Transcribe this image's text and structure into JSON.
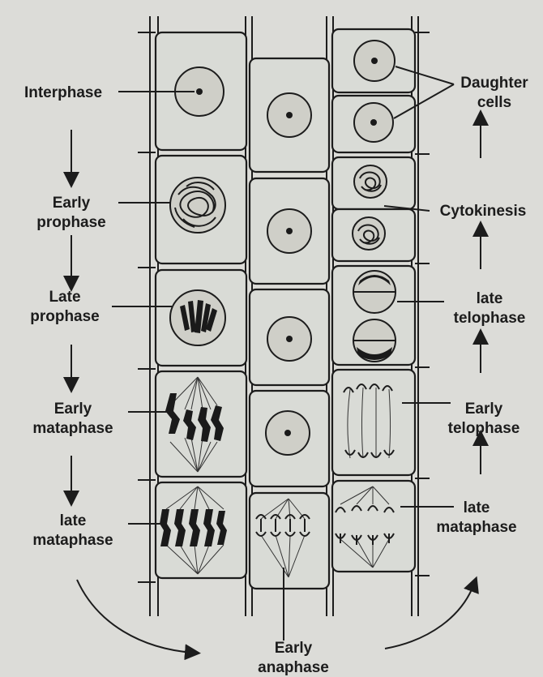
{
  "diagram": {
    "stages_left": [
      {
        "id": "interphase",
        "lines": [
          "Interphase"
        ]
      },
      {
        "id": "early-prophase",
        "lines": [
          "Early",
          "prophase"
        ]
      },
      {
        "id": "late-prophase",
        "lines": [
          "Late",
          "prophase"
        ]
      },
      {
        "id": "early-metaphase",
        "lines": [
          "Early",
          "mataphase"
        ]
      },
      {
        "id": "late-metaphase-left",
        "lines": [
          "late",
          "mataphase"
        ]
      }
    ],
    "stages_right": [
      {
        "id": "daughter-cells",
        "lines": [
          "Daughter",
          "cells"
        ]
      },
      {
        "id": "cytokinesis",
        "lines": [
          "Cytokinesis"
        ]
      },
      {
        "id": "late-telophase",
        "lines": [
          "late",
          "telophase"
        ]
      },
      {
        "id": "early-telophase",
        "lines": [
          "Early",
          "telophase"
        ]
      },
      {
        "id": "late-metaphase-right",
        "lines": [
          "late",
          "mataphase"
        ]
      }
    ],
    "bottom_label": {
      "id": "early-anaphase",
      "lines": [
        "Early",
        "anaphase"
      ]
    }
  }
}
